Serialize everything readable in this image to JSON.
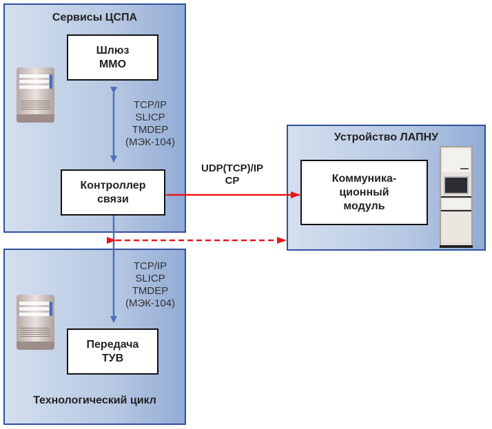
{
  "panels": {
    "services": {
      "title": "Сервисы ЦСПА"
    },
    "lapnu": {
      "title": "Устройство ЛАПНУ"
    },
    "tech": {
      "title": "Технологический цикл"
    }
  },
  "boxes": {
    "gateway": "Шлюз\nММО",
    "controller": "Контроллер\nсвязи",
    "comm_module": "Коммуника-\nционный\nмодуль",
    "tuv": "Передача\nТУВ"
  },
  "links": {
    "upper_protocols": "TCP/IP\nSLICP\nTMDEP\n(МЭК-104)",
    "lower_protocols": "TCP/IP\nSLICP\nTMDEP\n(МЭК-104)",
    "udp_protocols": "UDP(TCP)/IP\nCP"
  },
  "colors": {
    "panel_border": "#2f4f9c",
    "blue_arrow": "#4a72b8",
    "red_arrow": "#e8161b"
  }
}
